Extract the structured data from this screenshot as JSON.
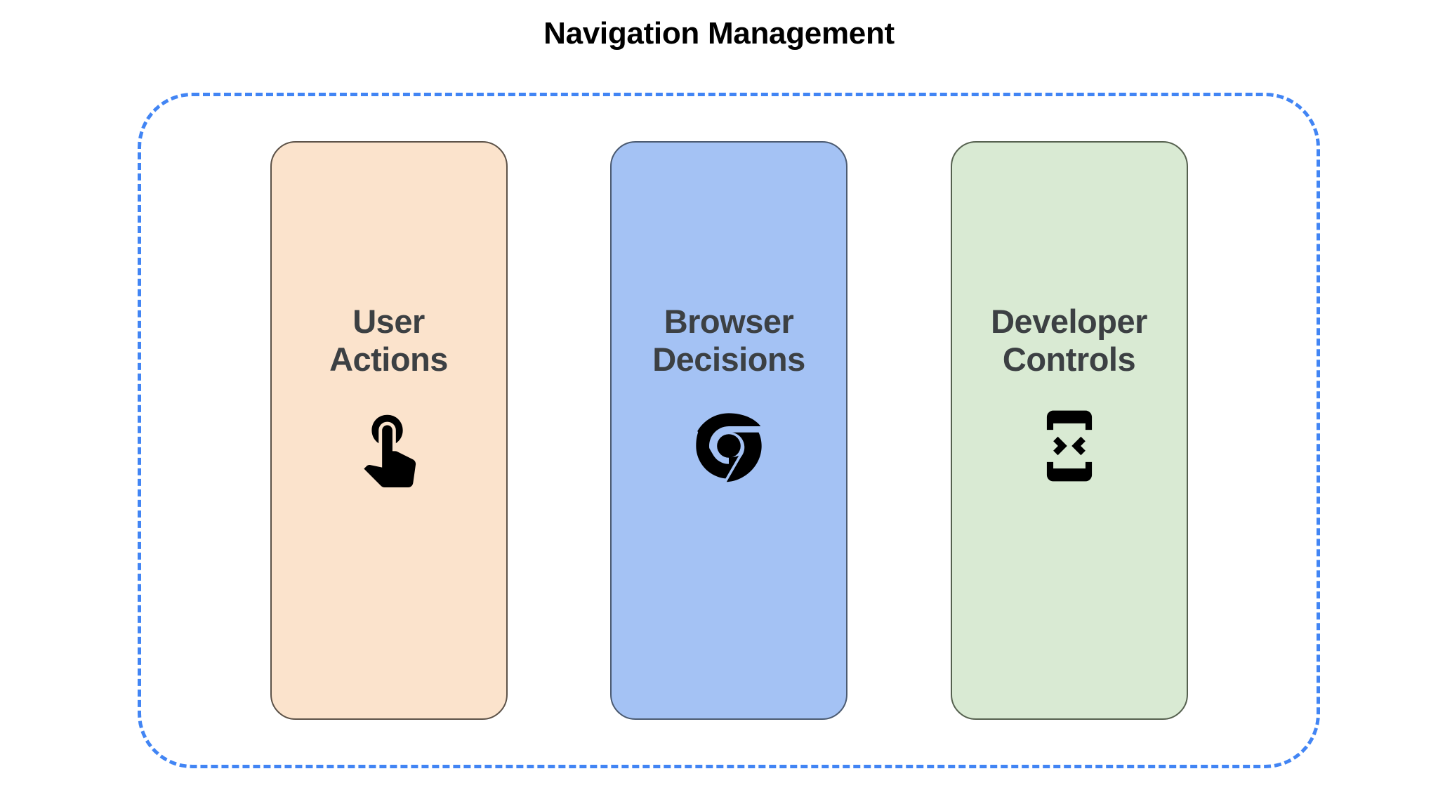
{
  "diagram": {
    "title": "Navigation Management",
    "title_color": "#000000",
    "background_color": "#ffffff",
    "container": {
      "name": "dashed-group",
      "border_style": "dashed",
      "border_color": "#4285f4"
    },
    "cards": [
      {
        "id": "user-actions",
        "title": "User\nActions",
        "title_line_1": "User",
        "title_line_2": "Actions",
        "fill_color": "#fbe3cc",
        "text_color": "#3c4043",
        "icon": "touch-app-icon",
        "icon_color": "#000000"
      },
      {
        "id": "browser-decisions",
        "title": "Browser\nDecisions",
        "title_line_1": "Browser",
        "title_line_2": "Decisions",
        "fill_color": "#a4c2f4",
        "text_color": "#3c4043",
        "icon": "chrome-logo-icon",
        "icon_color": "#000000"
      },
      {
        "id": "developer-controls",
        "title": "Developer\nControls",
        "title_line_1": "Developer",
        "title_line_2": "Controls",
        "fill_color": "#d9ead3",
        "text_color": "#3c4043",
        "icon": "developer-mode-icon",
        "icon_color": "#000000"
      }
    ]
  }
}
